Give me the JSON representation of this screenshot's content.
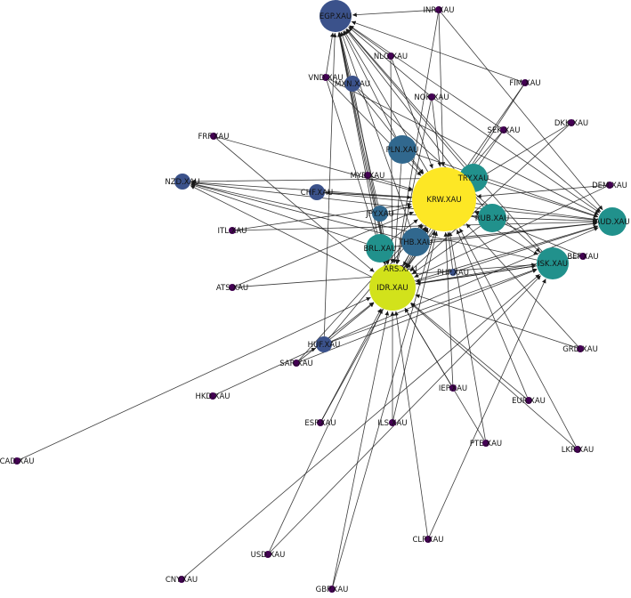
{
  "graph": {
    "palette": {
      "edge": "#1a1a1a",
      "dark_purple": "#440154",
      "slate_blue": "#3b528b",
      "steel_blue": "#31688e",
      "teal": "#21918c",
      "lime": "#d2e21b",
      "yellow": "#fde725"
    },
    "nodes": [
      {
        "id": "EGP.XAU",
        "size": "large",
        "color": "#3b528b"
      },
      {
        "id": "INR.XAU",
        "size": "tiny",
        "color": "#440154"
      },
      {
        "id": "NLG.XAU",
        "size": "tiny",
        "color": "#440154"
      },
      {
        "id": "VND.XAU",
        "size": "tiny",
        "color": "#440154"
      },
      {
        "id": "MXN.XAU",
        "size": "small",
        "color": "#3b528b"
      },
      {
        "id": "FIM.XAU",
        "size": "tiny",
        "color": "#440154"
      },
      {
        "id": "NOK.XAU",
        "size": "tiny",
        "color": "#440154"
      },
      {
        "id": "DKK.XAU",
        "size": "tiny",
        "color": "#440154"
      },
      {
        "id": "SEK.XAU",
        "size": "tiny",
        "color": "#440154"
      },
      {
        "id": "FRF.XAU",
        "size": "tiny",
        "color": "#440154"
      },
      {
        "id": "PLN.XAU",
        "size": "medium",
        "color": "#31688e"
      },
      {
        "id": "MYR.XAU",
        "size": "tiny",
        "color": "#440154"
      },
      {
        "id": "TRY.XAU",
        "size": "medium",
        "color": "#21918c"
      },
      {
        "id": "DEM.XAU",
        "size": "tiny",
        "color": "#440154"
      },
      {
        "id": "NZD.XAU",
        "size": "small",
        "color": "#3b528b"
      },
      {
        "id": "CHF.XAU",
        "size": "small",
        "color": "#3b528b"
      },
      {
        "id": "KRW.XAU",
        "size": "huge",
        "color": "#fde725"
      },
      {
        "id": "JPY.XAU",
        "size": "small",
        "color": "#31688e"
      },
      {
        "id": "RUB.XAU",
        "size": "medium",
        "color": "#21918c"
      },
      {
        "id": "AUD.XAU",
        "size": "medium",
        "color": "#21918c"
      },
      {
        "id": "ITL.XAU",
        "size": "tiny",
        "color": "#440154"
      },
      {
        "id": "THB.XAU",
        "size": "medium",
        "color": "#31688e"
      },
      {
        "id": "BRL.XAU",
        "size": "medium",
        "color": "#21918c"
      },
      {
        "id": "BEF.XAU",
        "size": "tiny",
        "color": "#440154"
      },
      {
        "id": "ISK.XAU",
        "size": "large",
        "color": "#21918c"
      },
      {
        "id": "ARS.XAU",
        "size": "tiny",
        "color": "#440154"
      },
      {
        "id": "ATS.XAU",
        "size": "tiny",
        "color": "#440154"
      },
      {
        "id": "PHP.XAU",
        "size": "tiny",
        "color": "#3b528b"
      },
      {
        "id": "IDR.XAU",
        "size": "xlarge",
        "color": "#d2e21b"
      },
      {
        "id": "HUF.XAU",
        "size": "small",
        "color": "#3b528b"
      },
      {
        "id": "GRD.XAU",
        "size": "tiny",
        "color": "#440154"
      },
      {
        "id": "SAR.XAU",
        "size": "tiny",
        "color": "#440154"
      },
      {
        "id": "HKD.XAU",
        "size": "tiny",
        "color": "#440154"
      },
      {
        "id": "IEP.XAU",
        "size": "tiny",
        "color": "#440154"
      },
      {
        "id": "EUR.XAU",
        "size": "tiny",
        "color": "#440154"
      },
      {
        "id": "ESP.XAU",
        "size": "tiny",
        "color": "#440154"
      },
      {
        "id": "ILS.XAU",
        "size": "tiny",
        "color": "#440154"
      },
      {
        "id": "PTE.XAU",
        "size": "tiny",
        "color": "#440154"
      },
      {
        "id": "LKR.XAU",
        "size": "tiny",
        "color": "#440154"
      },
      {
        "id": "CAD.XAU",
        "size": "tiny",
        "color": "#440154"
      },
      {
        "id": "CLP.XAU",
        "size": "tiny",
        "color": "#440154"
      },
      {
        "id": "USD.XAU",
        "size": "tiny",
        "color": "#440154"
      },
      {
        "id": "CNY.XAU",
        "size": "tiny",
        "color": "#440154"
      },
      {
        "id": "GBP.XAU",
        "size": "tiny",
        "color": "#440154"
      }
    ],
    "edges": [
      [
        "INR.XAU",
        "KRW.XAU"
      ],
      [
        "INR.XAU",
        "IDR.XAU"
      ],
      [
        "INR.XAU",
        "AUD.XAU"
      ],
      [
        "INR.XAU",
        "EGP.XAU"
      ],
      [
        "NLG.XAU",
        "KRW.XAU"
      ],
      [
        "NLG.XAU",
        "IDR.XAU"
      ],
      [
        "NLG.XAU",
        "EGP.XAU"
      ],
      [
        "VND.XAU",
        "KRW.XAU"
      ],
      [
        "VND.XAU",
        "IDR.XAU"
      ],
      [
        "VND.XAU",
        "AUD.XAU"
      ],
      [
        "VND.XAU",
        "EGP.XAU"
      ],
      [
        "MXN.XAU",
        "KRW.XAU"
      ],
      [
        "MXN.XAU",
        "IDR.XAU"
      ],
      [
        "MXN.XAU",
        "EGP.XAU"
      ],
      [
        "MXN.XAU",
        "ISK.XAU"
      ],
      [
        "FIM.XAU",
        "KRW.XAU"
      ],
      [
        "FIM.XAU",
        "IDR.XAU"
      ],
      [
        "FIM.XAU",
        "EGP.XAU"
      ],
      [
        "NOK.XAU",
        "KRW.XAU"
      ],
      [
        "NOK.XAU",
        "IDR.XAU"
      ],
      [
        "NOK.XAU",
        "EGP.XAU"
      ],
      [
        "NOK.XAU",
        "AUD.XAU"
      ],
      [
        "DKK.XAU",
        "KRW.XAU"
      ],
      [
        "DKK.XAU",
        "IDR.XAU"
      ],
      [
        "SEK.XAU",
        "KRW.XAU"
      ],
      [
        "SEK.XAU",
        "IDR.XAU"
      ],
      [
        "SEK.XAU",
        "EGP.XAU"
      ],
      [
        "SEK.XAU",
        "AUD.XAU"
      ],
      [
        "FRF.XAU",
        "KRW.XAU"
      ],
      [
        "FRF.XAU",
        "IDR.XAU"
      ],
      [
        "PLN.XAU",
        "KRW.XAU"
      ],
      [
        "PLN.XAU",
        "EGP.XAU"
      ],
      [
        "PLN.XAU",
        "IDR.XAU"
      ],
      [
        "PLN.XAU",
        "AUD.XAU"
      ],
      [
        "MYR.XAU",
        "KRW.XAU"
      ],
      [
        "MYR.XAU",
        "EGP.XAU"
      ],
      [
        "MYR.XAU",
        "IDR.XAU"
      ],
      [
        "TRY.XAU",
        "EGP.XAU"
      ],
      [
        "TRY.XAU",
        "IDR.XAU"
      ],
      [
        "TRY.XAU",
        "AUD.XAU"
      ],
      [
        "TRY.XAU",
        "NZD.XAU"
      ],
      [
        "DEM.XAU",
        "KRW.XAU"
      ],
      [
        "DEM.XAU",
        "IDR.XAU"
      ],
      [
        "CHF.XAU",
        "KRW.XAU"
      ],
      [
        "CHF.XAU",
        "AUD.XAU"
      ],
      [
        "KRW.XAU",
        "EGP.XAU"
      ],
      [
        "KRW.XAU",
        "NZD.XAU"
      ],
      [
        "KRW.XAU",
        "AUD.XAU"
      ],
      [
        "KRW.XAU",
        "ISK.XAU"
      ],
      [
        "KRW.XAU",
        "CHF.XAU"
      ],
      [
        "JPY.XAU",
        "KRW.XAU"
      ],
      [
        "JPY.XAU",
        "EGP.XAU"
      ],
      [
        "JPY.XAU",
        "AUD.XAU"
      ],
      [
        "JPY.XAU",
        "IDR.XAU"
      ],
      [
        "RUB.XAU",
        "KRW.XAU"
      ],
      [
        "RUB.XAU",
        "IDR.XAU"
      ],
      [
        "RUB.XAU",
        "EGP.XAU"
      ],
      [
        "RUB.XAU",
        "NZD.XAU"
      ],
      [
        "ITL.XAU",
        "KRW.XAU"
      ],
      [
        "ITL.XAU",
        "AUD.XAU"
      ],
      [
        "THB.XAU",
        "KRW.XAU"
      ],
      [
        "THB.XAU",
        "EGP.XAU"
      ],
      [
        "THB.XAU",
        "AUD.XAU"
      ],
      [
        "THB.XAU",
        "IDR.XAU"
      ],
      [
        "THB.XAU",
        "NZD.XAU"
      ],
      [
        "BRL.XAU",
        "KRW.XAU"
      ],
      [
        "BRL.XAU",
        "EGP.XAU"
      ],
      [
        "BRL.XAU",
        "AUD.XAU"
      ],
      [
        "BRL.XAU",
        "IDR.XAU"
      ],
      [
        "BRL.XAU",
        "NZD.XAU"
      ],
      [
        "BEF.XAU",
        "KRW.XAU"
      ],
      [
        "BEF.XAU",
        "IDR.XAU"
      ],
      [
        "ISK.XAU",
        "EGP.XAU"
      ],
      [
        "ISK.XAU",
        "IDR.XAU"
      ],
      [
        "ISK.XAU",
        "NZD.XAU"
      ],
      [
        "ARS.XAU",
        "KRW.XAU"
      ],
      [
        "ARS.XAU",
        "IDR.XAU"
      ],
      [
        "ATS.XAU",
        "KRW.XAU"
      ],
      [
        "ATS.XAU",
        "ISK.XAU"
      ],
      [
        "PHP.XAU",
        "KRW.XAU"
      ],
      [
        "PHP.XAU",
        "IDR.XAU"
      ],
      [
        "PHP.XAU",
        "AUD.XAU"
      ],
      [
        "IDR.XAU",
        "KRW.XAU"
      ],
      [
        "IDR.XAU",
        "EGP.XAU"
      ],
      [
        "IDR.XAU",
        "AUD.XAU"
      ],
      [
        "IDR.XAU",
        "ISK.XAU"
      ],
      [
        "IDR.XAU",
        "NZD.XAU"
      ],
      [
        "HUF.XAU",
        "KRW.XAU"
      ],
      [
        "HUF.XAU",
        "IDR.XAU"
      ],
      [
        "HUF.XAU",
        "ISK.XAU"
      ],
      [
        "HUF.XAU",
        "EGP.XAU"
      ],
      [
        "HUF.XAU",
        "AUD.XAU"
      ],
      [
        "GRD.XAU",
        "KRW.XAU"
      ],
      [
        "GRD.XAU",
        "IDR.XAU"
      ],
      [
        "SAR.XAU",
        "KRW.XAU"
      ],
      [
        "SAR.XAU",
        "ISK.XAU"
      ],
      [
        "SAR.XAU",
        "IDR.XAU"
      ],
      [
        "HKD.XAU",
        "HUF.XAU"
      ],
      [
        "IEP.XAU",
        "KRW.XAU"
      ],
      [
        "IEP.XAU",
        "IDR.XAU"
      ],
      [
        "EUR.XAU",
        "KRW.XAU"
      ],
      [
        "EUR.XAU",
        "IDR.XAU"
      ],
      [
        "ESP.XAU",
        "KRW.XAU"
      ],
      [
        "ESP.XAU",
        "IDR.XAU"
      ],
      [
        "ILS.XAU",
        "KRW.XAU"
      ],
      [
        "ILS.XAU",
        "IDR.XAU"
      ],
      [
        "PTE.XAU",
        "KRW.XAU"
      ],
      [
        "PTE.XAU",
        "IDR.XAU"
      ],
      [
        "LKR.XAU",
        "KRW.XAU"
      ],
      [
        "LKR.XAU",
        "IDR.XAU"
      ],
      [
        "CAD.XAU",
        "IDR.XAU"
      ],
      [
        "CLP.XAU",
        "ISK.XAU"
      ],
      [
        "CLP.XAU",
        "IDR.XAU"
      ],
      [
        "USD.XAU",
        "ISK.XAU"
      ],
      [
        "USD.XAU",
        "IDR.XAU"
      ],
      [
        "CNY.XAU",
        "ISK.XAU"
      ],
      [
        "GBP.XAU",
        "IDR.XAU"
      ],
      [
        "GBP.XAU",
        "KRW.XAU"
      ]
    ]
  }
}
